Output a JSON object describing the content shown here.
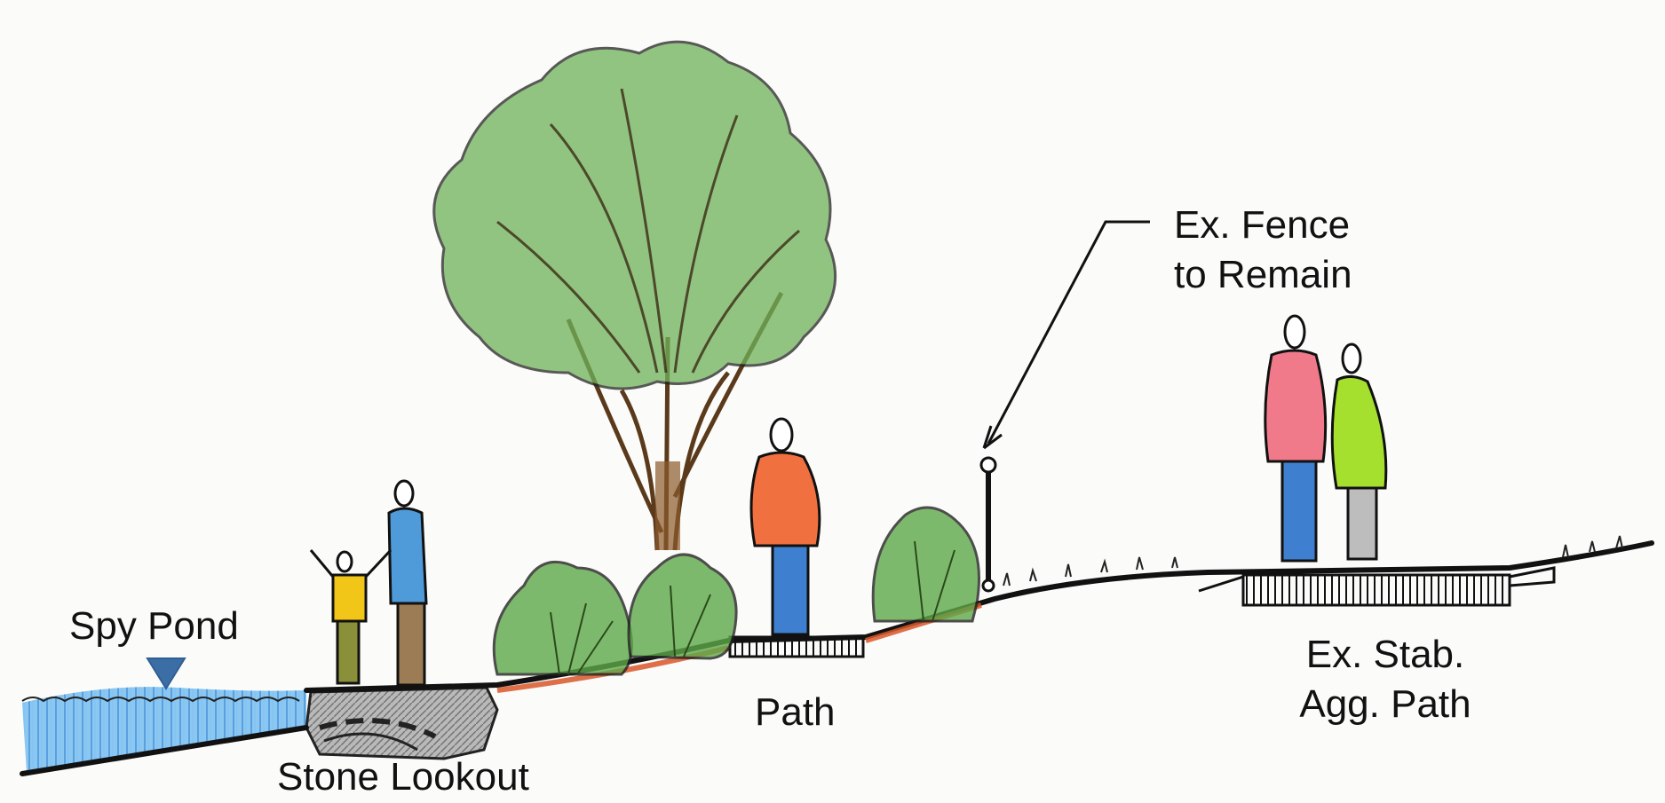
{
  "labels": {
    "spy_pond": "Spy Pond",
    "stone_lookout": "Stone Lookout",
    "path": "Path",
    "fence_line1": "Ex. Fence",
    "fence_line2": "to Remain",
    "agg_line1": "Ex. Stab.",
    "agg_line2": "Agg. Path"
  },
  "colors": {
    "water": "#5aa6e6",
    "water_marker": "#2f5f95",
    "stone": "#8a8a8a",
    "soil": "#d8572a",
    "foliage": "#4f9a3a",
    "trunk": "#8b5a2b",
    "outline": "#111111",
    "person_blue_shirt": "#4f9ad8",
    "person_yellow_shirt": "#f2c619",
    "person_orange_shirt": "#f07040",
    "person_pink_shirt": "#f07a8a",
    "person_green_shirt": "#a6e02e",
    "jeans": "#3f7fd0"
  },
  "icons": {
    "water_level": "inverted-triangle-icon"
  }
}
